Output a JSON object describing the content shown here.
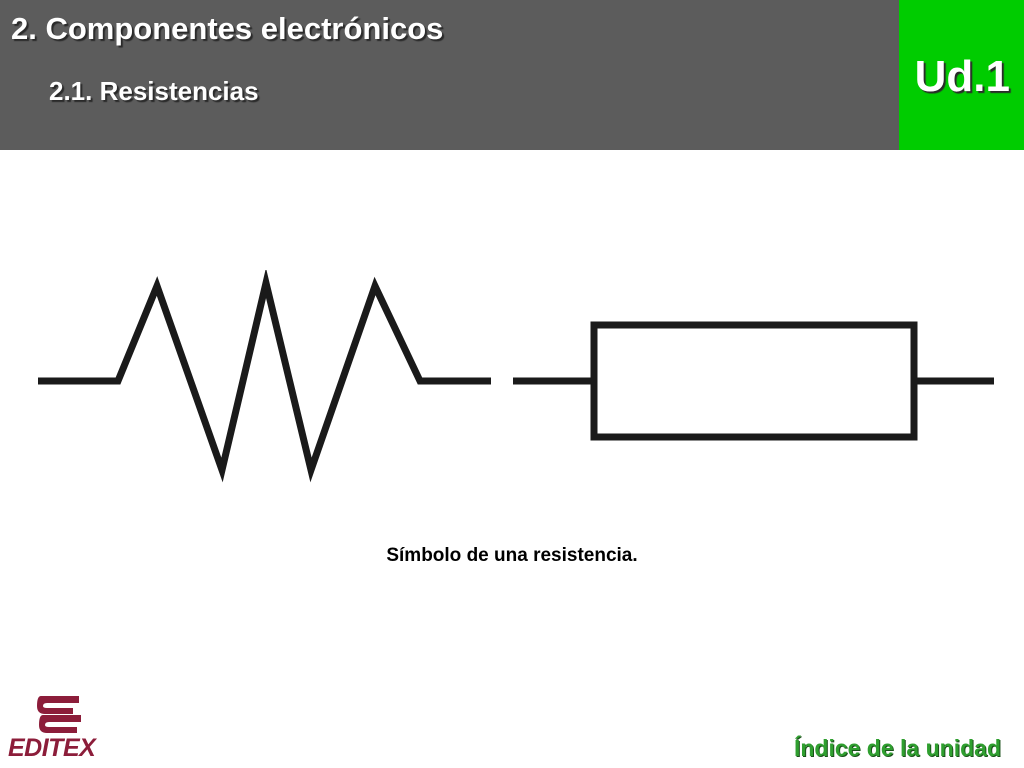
{
  "header": {
    "title": "2. Componentes electrónicos",
    "subtitle": "2.1. Resistencias",
    "unit": "Ud.1"
  },
  "figure": {
    "caption": "Símbolo de una resistencia."
  },
  "footer": {
    "publisher": "EDITEX",
    "index_link": "Índice de la unidad"
  },
  "colors": {
    "header_bg": "#5c5c5c",
    "unit_badge_bg": "#00cc00",
    "brand": "#8c1d3a",
    "link": "#2f9f2f"
  }
}
